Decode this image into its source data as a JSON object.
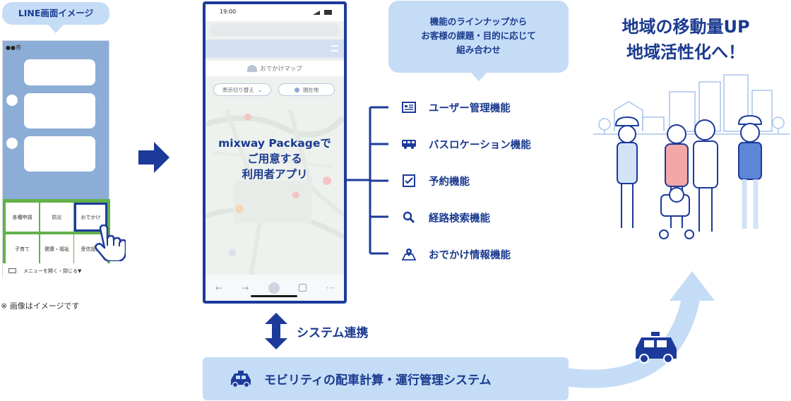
{
  "line_mock": {
    "bubble_label": "LINE画面イメージ",
    "chat_title": "●●市",
    "rich_menu": [
      "各種申請",
      "防災",
      "おでかけ",
      "子育て",
      "健康・福祉",
      "受信設定"
    ],
    "menu_bar": "メニューを開く・閉じる▼",
    "note": "※ 画像はイメージです"
  },
  "phone": {
    "time": "19:00",
    "header_title": "おでかけマップ",
    "toggle_button": "表示切り替え",
    "location_button": "現在地",
    "center_text": [
      "mixway Packageで",
      "ご用意する",
      "利用者アプリ"
    ]
  },
  "lineup_bubble": [
    "機能のラインナップから",
    "お客様の課題・目的に応じて",
    "組み合わせ"
  ],
  "features": [
    {
      "label": "ユーザー管理機能",
      "icon": "id-card-icon"
    },
    {
      "label": "バスロケーション機能",
      "icon": "bus-icon"
    },
    {
      "label": "予約機能",
      "icon": "checkbox-icon"
    },
    {
      "label": "経路検索機能",
      "icon": "magnifier-icon"
    },
    {
      "label": "おでかけ情報機能",
      "icon": "map-pin-icon"
    }
  ],
  "goal_title": [
    "地域の移動量UP",
    "地域活性化へ！"
  ],
  "system_link_label": "システム連携",
  "bottom_bar_label": "モビリティの配車計算・運行管理システム",
  "colors": {
    "navy": "#1c3a9a",
    "light_blue": "#c5dcf6",
    "line_green": "#63b14a",
    "line_bg": "#8cadd6"
  }
}
